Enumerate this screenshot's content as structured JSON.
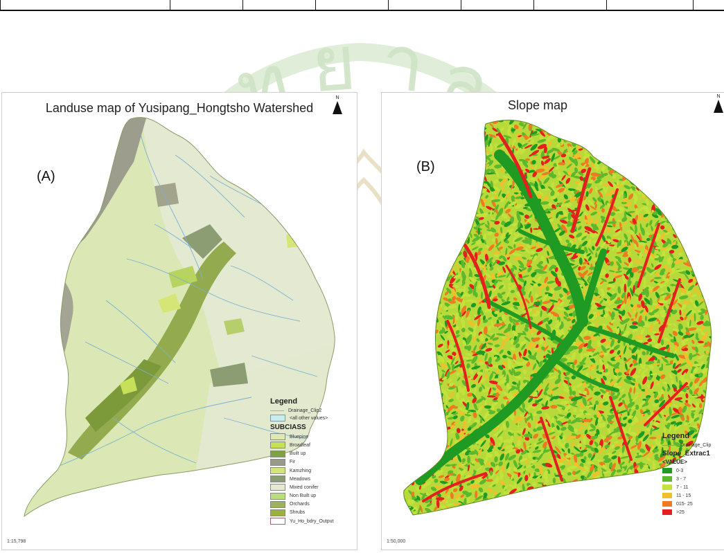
{
  "panels": {
    "a": {
      "title": "Landuse map of Yusipang_Hongtsho Watershed",
      "label": "(A)",
      "north": "N",
      "scale": "1:15,798",
      "legend": {
        "title": "Legend",
        "drainage": "Drainage_Clip2",
        "all_other": "<all other values>",
        "subclass_header": "SUBCIASS",
        "items": [
          {
            "label": "Bluepine",
            "color": "#dde9b0"
          },
          {
            "label": "Broadleaf",
            "color": "#c6e05a"
          },
          {
            "label": "Built up",
            "color": "#7ea33e"
          },
          {
            "label": "Fir",
            "color": "#9a9a8a"
          },
          {
            "label": "Kamzhing",
            "color": "#d4e47a"
          },
          {
            "label": "Meadows",
            "color": "#8a9c72"
          },
          {
            "label": "Mixed conifer",
            "color": "#e4ead2"
          },
          {
            "label": "Non Built up",
            "color": "#b9de82"
          },
          {
            "label": "Orchards",
            "color": "#9cb35c"
          },
          {
            "label": "Shrubs",
            "color": "#9cb040"
          }
        ],
        "boundary": "Yu_Ho_bdry_Output"
      }
    },
    "b": {
      "title": "Slope map",
      "label": "(B)",
      "north": "N",
      "scale": "1:50,000",
      "legend": {
        "title": "Legend",
        "drainage": "Drainage_Clip",
        "layer": "Slope_Extrac1",
        "value_header": "<VALUE>",
        "items": [
          {
            "label": "0-3",
            "color": "#1f9a23"
          },
          {
            "label": "3 - 7",
            "color": "#5cb82c"
          },
          {
            "label": "7 - 11",
            "color": "#c3e23c"
          },
          {
            "label": "11 - 15",
            "color": "#f0c02c"
          },
          {
            "label": "015- 25",
            "color": "#ee7a22"
          },
          {
            "label": ">25",
            "color": "#e61e1e"
          }
        ]
      }
    }
  }
}
